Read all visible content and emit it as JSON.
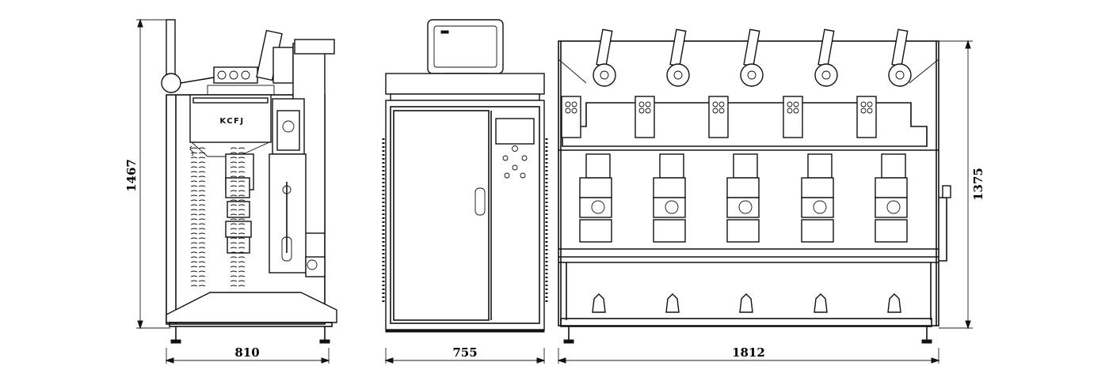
{
  "side_view": {
    "nameplate": "KCFJ",
    "width_dim": "810",
    "height_dim": "1467"
  },
  "front_cabinet": {
    "width_dim": "755"
  },
  "main_front": {
    "width_dim": "1812",
    "height_dim": "1375",
    "spindle_count": 5
  }
}
